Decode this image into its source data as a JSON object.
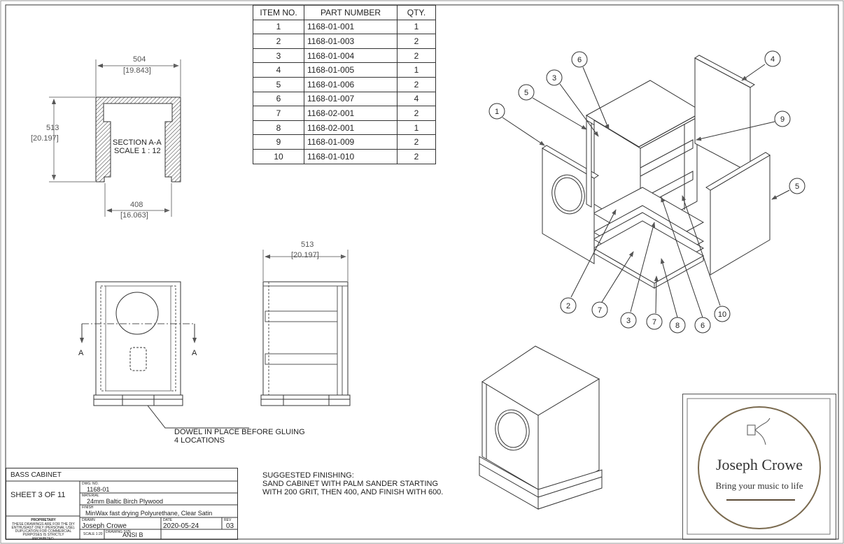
{
  "bom": {
    "headers": [
      "ITEM NO.",
      "PART NUMBER",
      "QTY."
    ],
    "rows": [
      [
        "1",
        "1168-01-001",
        "1"
      ],
      [
        "2",
        "1168-01-003",
        "2"
      ],
      [
        "3",
        "1168-01-004",
        "2"
      ],
      [
        "4",
        "1168-01-005",
        "1"
      ],
      [
        "5",
        "1168-01-006",
        "2"
      ],
      [
        "6",
        "1168-01-007",
        "4"
      ],
      [
        "7",
        "1168-02-001",
        "2"
      ],
      [
        "8",
        "1168-02-001",
        "1"
      ],
      [
        "9",
        "1168-01-009",
        "2"
      ],
      [
        "10",
        "1168-01-010",
        "2"
      ]
    ]
  },
  "section_view": {
    "top_dim": "504",
    "top_dim_in": "[19.843]",
    "side_dim": "513",
    "side_dim_in": "[20.197]",
    "bottom_dim": "408",
    "bottom_dim_in": "[16.063]",
    "label_line1": "SECTION A-A",
    "label_line2": "SCALE 1 : 12"
  },
  "front_view": {
    "section_marker_left": "A",
    "section_marker_right": "A",
    "dowel_note_line1": "DOWEL IN PLACE BEFORE GLUING",
    "dowel_note_line2": "4 LOCATIONS"
  },
  "side_view": {
    "top_dim": "513",
    "top_dim_in": "[20.197]"
  },
  "balloons": [
    "1",
    "2",
    "3",
    "4",
    "5",
    "6",
    "7",
    "8",
    "9",
    "10"
  ],
  "finishing_note": {
    "line1": "SUGGESTED FINISHING:",
    "line2": "SAND CABINET WITH PALM SANDER STARTING",
    "line3": "WITH 200 GRIT, THEN 400, AND FINISH WITH 600."
  },
  "title_block": {
    "title": "BASS CABINET",
    "sheet": "SHEET 3 OF 11",
    "dwg_no_label": "DWG. NO.",
    "dwg_no": "1168-01",
    "material_label": "MATERIAL",
    "material": "24mm Baltic Birch Plywood",
    "finish_label": "FINISH",
    "finish": "MinWax fast drying Polyurethane, Clear Satin",
    "drawn_label": "DRAWN",
    "drawn": "Joseph Crowe",
    "date_label": "DATE",
    "date": "2020-05-24",
    "rev_label": "REV",
    "rev": "03",
    "scale": "SCALE 1:20",
    "drawing_size_label": "DRAWING SIZE",
    "drawing_size": "ANSI B",
    "proprietary_title": "PROPRIETARY",
    "proprietary_text1": "THESE DRAWINGS ARE FOR THE DIY",
    "proprietary_text2": "ENTHUSIAST ONLY (PERSONAL USE).",
    "proprietary_text3": "DUPLICATION FOR COMMERCIAL",
    "proprietary_text4": "PURPOSES IS STRICTLY PROHIBITED."
  },
  "logo": {
    "name": "Joseph Crowe",
    "tagline": "Bring your music to life",
    "ring_color": "#7a6a4f",
    "underline_color": "#5b4a36"
  }
}
